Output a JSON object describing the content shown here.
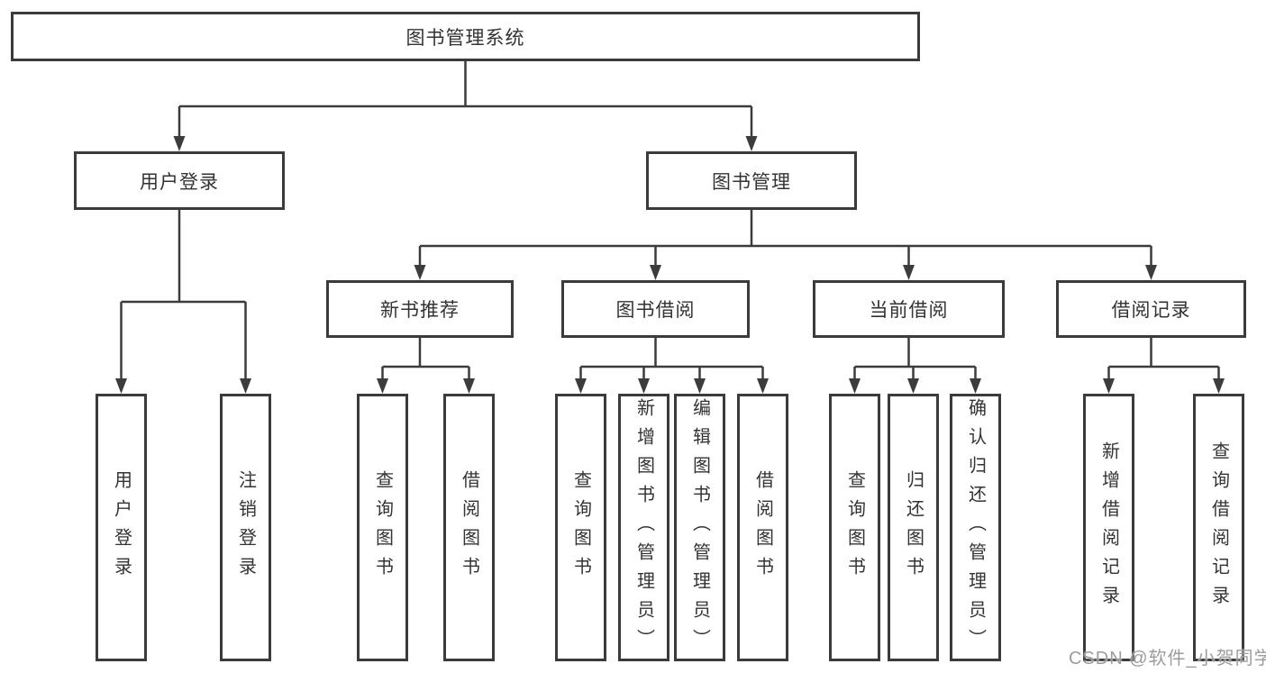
{
  "diagram_title": "图书管理系统",
  "watermark": "CSDN @软件_小贺同学",
  "colors": {
    "line": "#3c3c3c",
    "box_border": "#3b3b3b",
    "text": "#333333",
    "watermark": "#9c9c9c",
    "background": "#ffffff"
  },
  "tree": {
    "root": {
      "label": "图书管理系统",
      "children": [
        {
          "label": "用户登录",
          "children": [
            {
              "label": "用户登录"
            },
            {
              "label": "注销登录"
            }
          ]
        },
        {
          "label": "图书管理",
          "children": [
            {
              "label": "新书推荐",
              "children": [
                {
                  "label": "查询图书"
                },
                {
                  "label": "借阅图书"
                }
              ]
            },
            {
              "label": "图书借阅",
              "children": [
                {
                  "label": "查询图书"
                },
                {
                  "label": "新增图书（管理员）"
                },
                {
                  "label": "编辑图书（管理员）"
                },
                {
                  "label": "借阅图书"
                }
              ]
            },
            {
              "label": "当前借阅",
              "children": [
                {
                  "label": "查询图书"
                },
                {
                  "label": "归还图书"
                },
                {
                  "label": "确认归还（管理员）"
                }
              ]
            },
            {
              "label": "借阅记录",
              "children": [
                {
                  "label": "新增借阅记录"
                },
                {
                  "label": "查询借阅记录"
                }
              ]
            }
          ]
        }
      ]
    }
  }
}
